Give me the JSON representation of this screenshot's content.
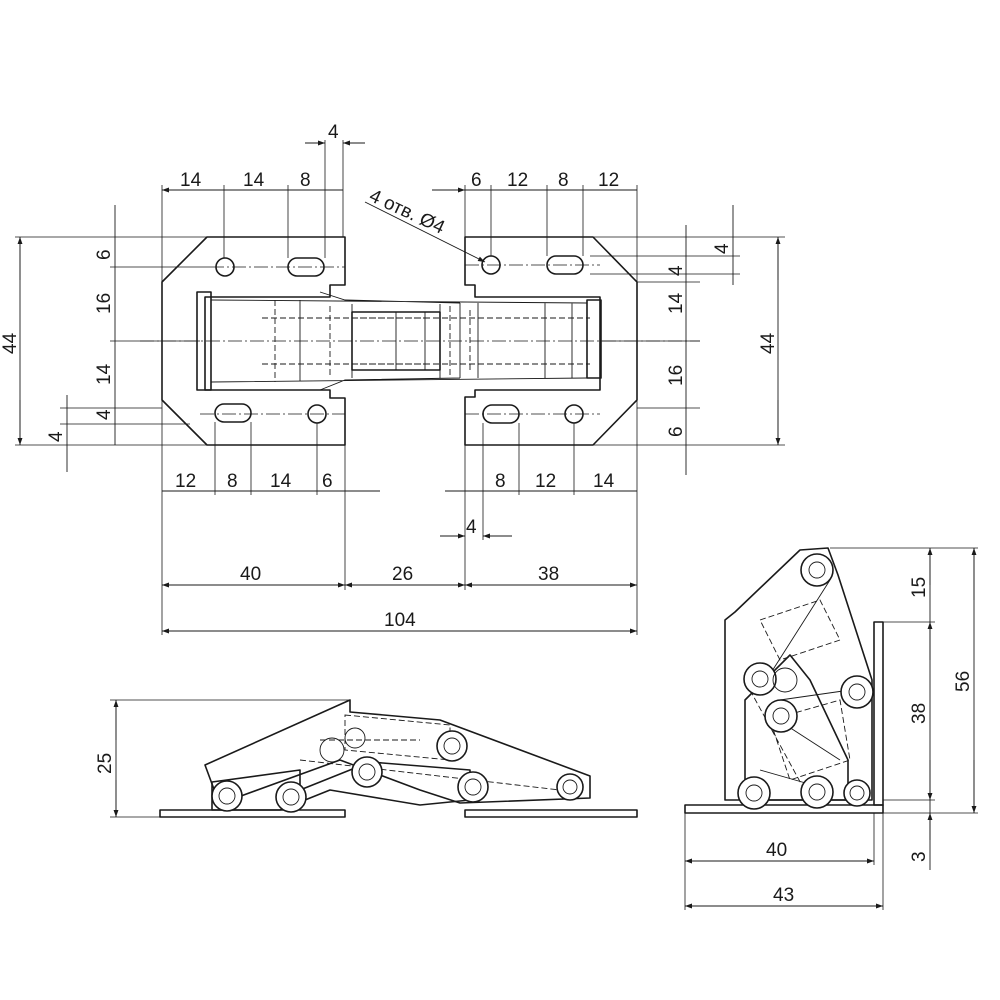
{
  "top_view": {
    "top_dims": [
      "14",
      "14",
      "8",
      "4",
      "6",
      "12",
      "8",
      "12"
    ],
    "hole_callout": "4 отв. Ø4",
    "left_dims": [
      "6",
      "16",
      "14",
      "4",
      "4"
    ],
    "left_overall": "44",
    "right_dims": [
      "4",
      "4",
      "14",
      "16",
      "6"
    ],
    "right_overall": "44",
    "bottom_dims": [
      "12",
      "8",
      "14",
      "6",
      "8",
      "12",
      "14"
    ],
    "gap_dim": "4",
    "span_dims": [
      "40",
      "26",
      "38"
    ],
    "overall_length": "104"
  },
  "side_view": {
    "height": "25"
  },
  "open_view": {
    "upper": "15",
    "middle": "38",
    "total": "56",
    "base_thickness": "3",
    "inner_width": "40",
    "outer_width": "43"
  }
}
